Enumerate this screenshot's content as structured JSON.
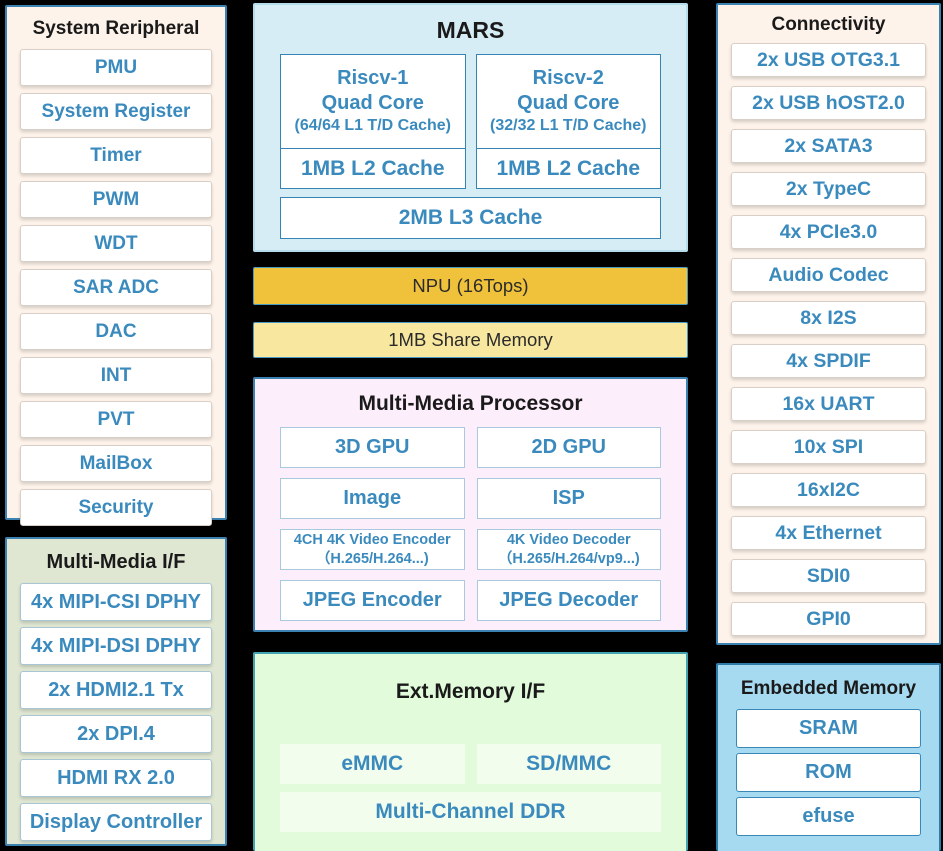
{
  "colors": {
    "page_background": "#000000",
    "peripheral_panel": "#fdf3ea",
    "mmif_panel": "#dfe7d2",
    "mars_panel": "#d6edf6",
    "npu_bar": "#f0c23c",
    "share_memory_bar": "#f8e79e",
    "mmp_panel": "#fdeefc",
    "ext_memory_panel": "#e1fbdb",
    "embedded_memory_panel": "#a5daf0",
    "item_text_blue": "#3a8abd",
    "panel_border_blue": "#3c82b0"
  },
  "panels": {
    "system_peripheral": {
      "title": "System Reripheral",
      "items": [
        "PMU",
        "System Register",
        "Timer",
        "PWM",
        "WDT",
        "SAR ADC",
        "DAC",
        "INT",
        "PVT",
        "MailBox",
        "Security"
      ]
    },
    "multimedia_if": {
      "title": "Multi-Media I/F",
      "items": [
        "4x MIPI-CSI DPHY",
        "4x MIPI-DSI DPHY",
        "2x HDMI2.1 Tx",
        "2x DPI.4",
        "HDMI RX 2.0",
        "Display Controller"
      ]
    },
    "mars": {
      "title": "MARS",
      "core1": {
        "name": "Riscv-1",
        "type": "Quad Core",
        "cache": "(64/64 L1 T/D Cache)",
        "l2": "1MB L2 Cache"
      },
      "core2": {
        "name": "Riscv-2",
        "type": "Quad Core",
        "cache": "(32/32 L1 T/D Cache)",
        "l2": "1MB L2 Cache"
      },
      "l3": "2MB L3 Cache"
    },
    "npu": {
      "label": "NPU (16Tops)"
    },
    "share_memory": {
      "label": "1MB Share Memory"
    },
    "multimedia_processor": {
      "title": "Multi-Media Processor",
      "items": [
        {
          "line1": "3D GPU",
          "line2": ""
        },
        {
          "line1": "2D GPU",
          "line2": ""
        },
        {
          "line1": "Image",
          "line2": ""
        },
        {
          "line1": "ISP",
          "line2": ""
        },
        {
          "line1": "4CH 4K Video Encoder",
          "line2": "（H.265/H.264...)"
        },
        {
          "line1": "4K Video Decoder",
          "line2": "（H.265/H.264/vp9...)"
        },
        {
          "line1": "JPEG Encoder",
          "line2": ""
        },
        {
          "line1": "JPEG Decoder",
          "line2": ""
        }
      ]
    },
    "ext_memory": {
      "title": "Ext.Memory I/F",
      "emmc": "eMMC",
      "sd_mmc": "SD/MMC",
      "ddr": "Multi-Channel DDR"
    },
    "connectivity": {
      "title": "Connectivity",
      "items": [
        "2x USB OTG3.1",
        "2x USB hOST2.0",
        "2x SATA3",
        "2x TypeC",
        "4x PCIe3.0",
        "Audio Codec",
        "8x I2S",
        "4x SPDIF",
        "16x UART",
        "10x SPI",
        "16xI2C",
        "4x Ethernet",
        "SDI0",
        "GPI0"
      ]
    },
    "embedded_memory": {
      "title": "Embedded Memory",
      "items": [
        "SRAM",
        "ROM",
        "efuse"
      ]
    }
  }
}
